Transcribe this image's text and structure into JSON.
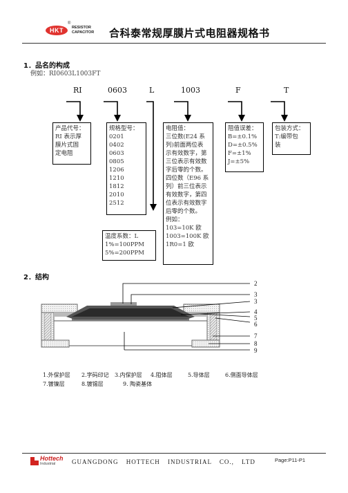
{
  "header": {
    "brand_short": "HKT",
    "brand_line1": "RESISTOR",
    "brand_line2": "CAPACITOR",
    "registered": "®",
    "title": "合科泰常规厚膜片式电阻器规格书"
  },
  "section1": {
    "heading": "1．品名的构成",
    "example": "例如：RI0603L1003FT",
    "codes": [
      "RI",
      "0603",
      "L",
      "1003",
      "F",
      "T"
    ]
  },
  "boxes": {
    "product": [
      "产品代号：",
      "RI 表示厚",
      "膜片式固",
      "定电阻"
    ],
    "spec": [
      "规格型号：",
      "0201",
      "0402",
      "0603",
      "0805",
      "1206",
      "1210",
      "1812",
      "2010",
      "2512"
    ],
    "value": [
      "电阻值：",
      "三位数(E24 系",
      "列)前面两位表",
      "示有效数字，第",
      "三位表示有效数",
      "字后零的个数。",
      "四位数（E96 系",
      "列）前三位表示",
      "有效数字，第四",
      "位表示有效数字",
      "后零的个数。",
      "例如：",
      "103=10K 欧",
      "1003=100K 欧",
      "1R0=1 欧"
    ],
    "tolerance": [
      "阻值误差：",
      "B=±0.1%",
      "D=±0.5%",
      "F=±1%",
      "J=±5%"
    ],
    "package": [
      "包装方式：",
      "T:编带包",
      "装"
    ],
    "tcr": [
      "温度系数：L",
      "1%=100PPM",
      "5%=200PPM"
    ]
  },
  "section2": {
    "heading": "2．结构",
    "numbers": [
      "2",
      "3",
      "4",
      "5",
      "6",
      "7",
      "8",
      "9"
    ],
    "legend_row1": [
      "1.外保护层",
      "2.字码印记",
      "3.内保护层",
      "4.阻体层",
      "5.导体层",
      "6.侧面导体层"
    ],
    "legend_row2": [
      "7.镀镍层",
      "8.镀锡层",
      "9. 陶瓷基体"
    ]
  },
  "footer": {
    "logo_text": "Hottech",
    "logo_sub": "Industrial",
    "company": "GUANGDONG HOTTECH INDUSTRIAL CO., LTD",
    "page": "Page:P11-P1"
  }
}
